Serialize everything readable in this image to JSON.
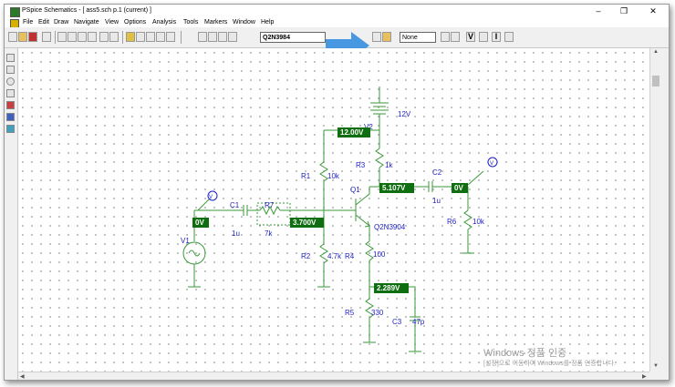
{
  "window": {
    "title": "PSpice Schematics - [ ass5.sch  p.1 (current) ]",
    "minimize": "–",
    "maximize": "❐",
    "close": "✕"
  },
  "menu": [
    "File",
    "Edit",
    "Draw",
    "Navigate",
    "View",
    "Options",
    "Analysis",
    "Tools",
    "Markers",
    "Window",
    "Help"
  ],
  "toolbar": {
    "part_name": "Q2N3984",
    "display_select": "None",
    "btn_v": "V",
    "btn_i": "I"
  },
  "schematic": {
    "source_v1": "V1",
    "source_v2": "V2",
    "supply_value": "12V",
    "parts": [
      {
        "ref": "R1",
        "value": "10k"
      },
      {
        "ref": "R2",
        "value": "4.7k"
      },
      {
        "ref": "R3",
        "value": "1k"
      },
      {
        "ref": "R4",
        "value": "100"
      },
      {
        "ref": "R5",
        "value": "330"
      },
      {
        "ref": "R6",
        "value": "10k"
      },
      {
        "ref": "R7",
        "value": "7k"
      },
      {
        "ref": "C1",
        "value": "1u"
      },
      {
        "ref": "C2",
        "value": "1u"
      },
      {
        "ref": "C3",
        "value": "47p"
      },
      {
        "ref": "Q1",
        "value": "Q2N3904"
      }
    ],
    "voltage_labels": [
      "12.00V",
      "3.700V",
      "5.107V",
      "2.289V",
      "0V",
      "0V"
    ],
    "probe_label": "V",
    "colors": {
      "wire": "#3a9a3a",
      "part": "#1e1ec8",
      "voltage_bg": "#0f6e0f",
      "annotation_arrow": "#3a8fe0"
    }
  },
  "watermark": {
    "line1": "Windows 정품 인증",
    "line2": "[설정]으로 이동하여 Windows를 정품 인증합니다."
  }
}
